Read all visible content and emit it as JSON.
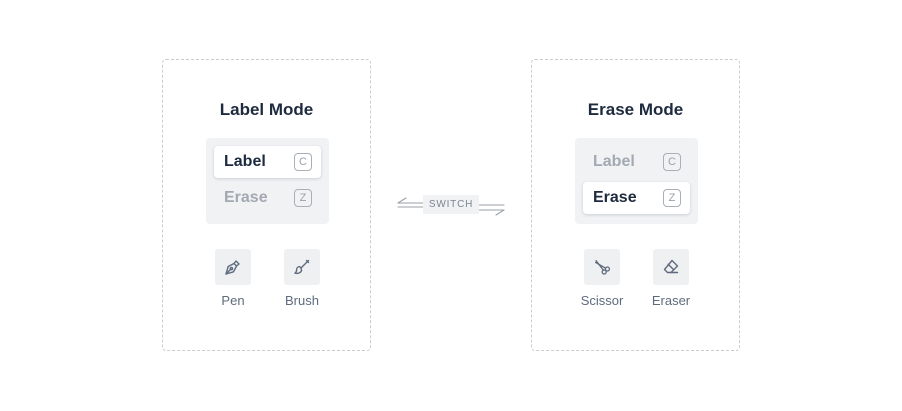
{
  "label_mode": {
    "title": "Label Mode",
    "options": [
      {
        "label": "Label",
        "key": "C",
        "active": true
      },
      {
        "label": "Erase",
        "key": "Z",
        "active": false
      }
    ],
    "tools": [
      {
        "label": "Pen",
        "icon": "pen-icon"
      },
      {
        "label": "Brush",
        "icon": "brush-icon"
      }
    ]
  },
  "erase_mode": {
    "title": "Erase Mode",
    "options": [
      {
        "label": "Label",
        "key": "C",
        "active": false
      },
      {
        "label": "Erase",
        "key": "Z",
        "active": true
      }
    ],
    "tools": [
      {
        "label": "Scissor",
        "icon": "scissor-icon"
      },
      {
        "label": "Eraser",
        "icon": "eraser-icon"
      }
    ]
  },
  "switch": {
    "label": "SWITCH",
    "icon": "switch-arrows-icon"
  },
  "colors": {
    "text_dark": "#1e2b3f",
    "text_muted": "#a3a9b3",
    "segment_bg": "#f1f2f4",
    "border": "#c9ccd2"
  }
}
